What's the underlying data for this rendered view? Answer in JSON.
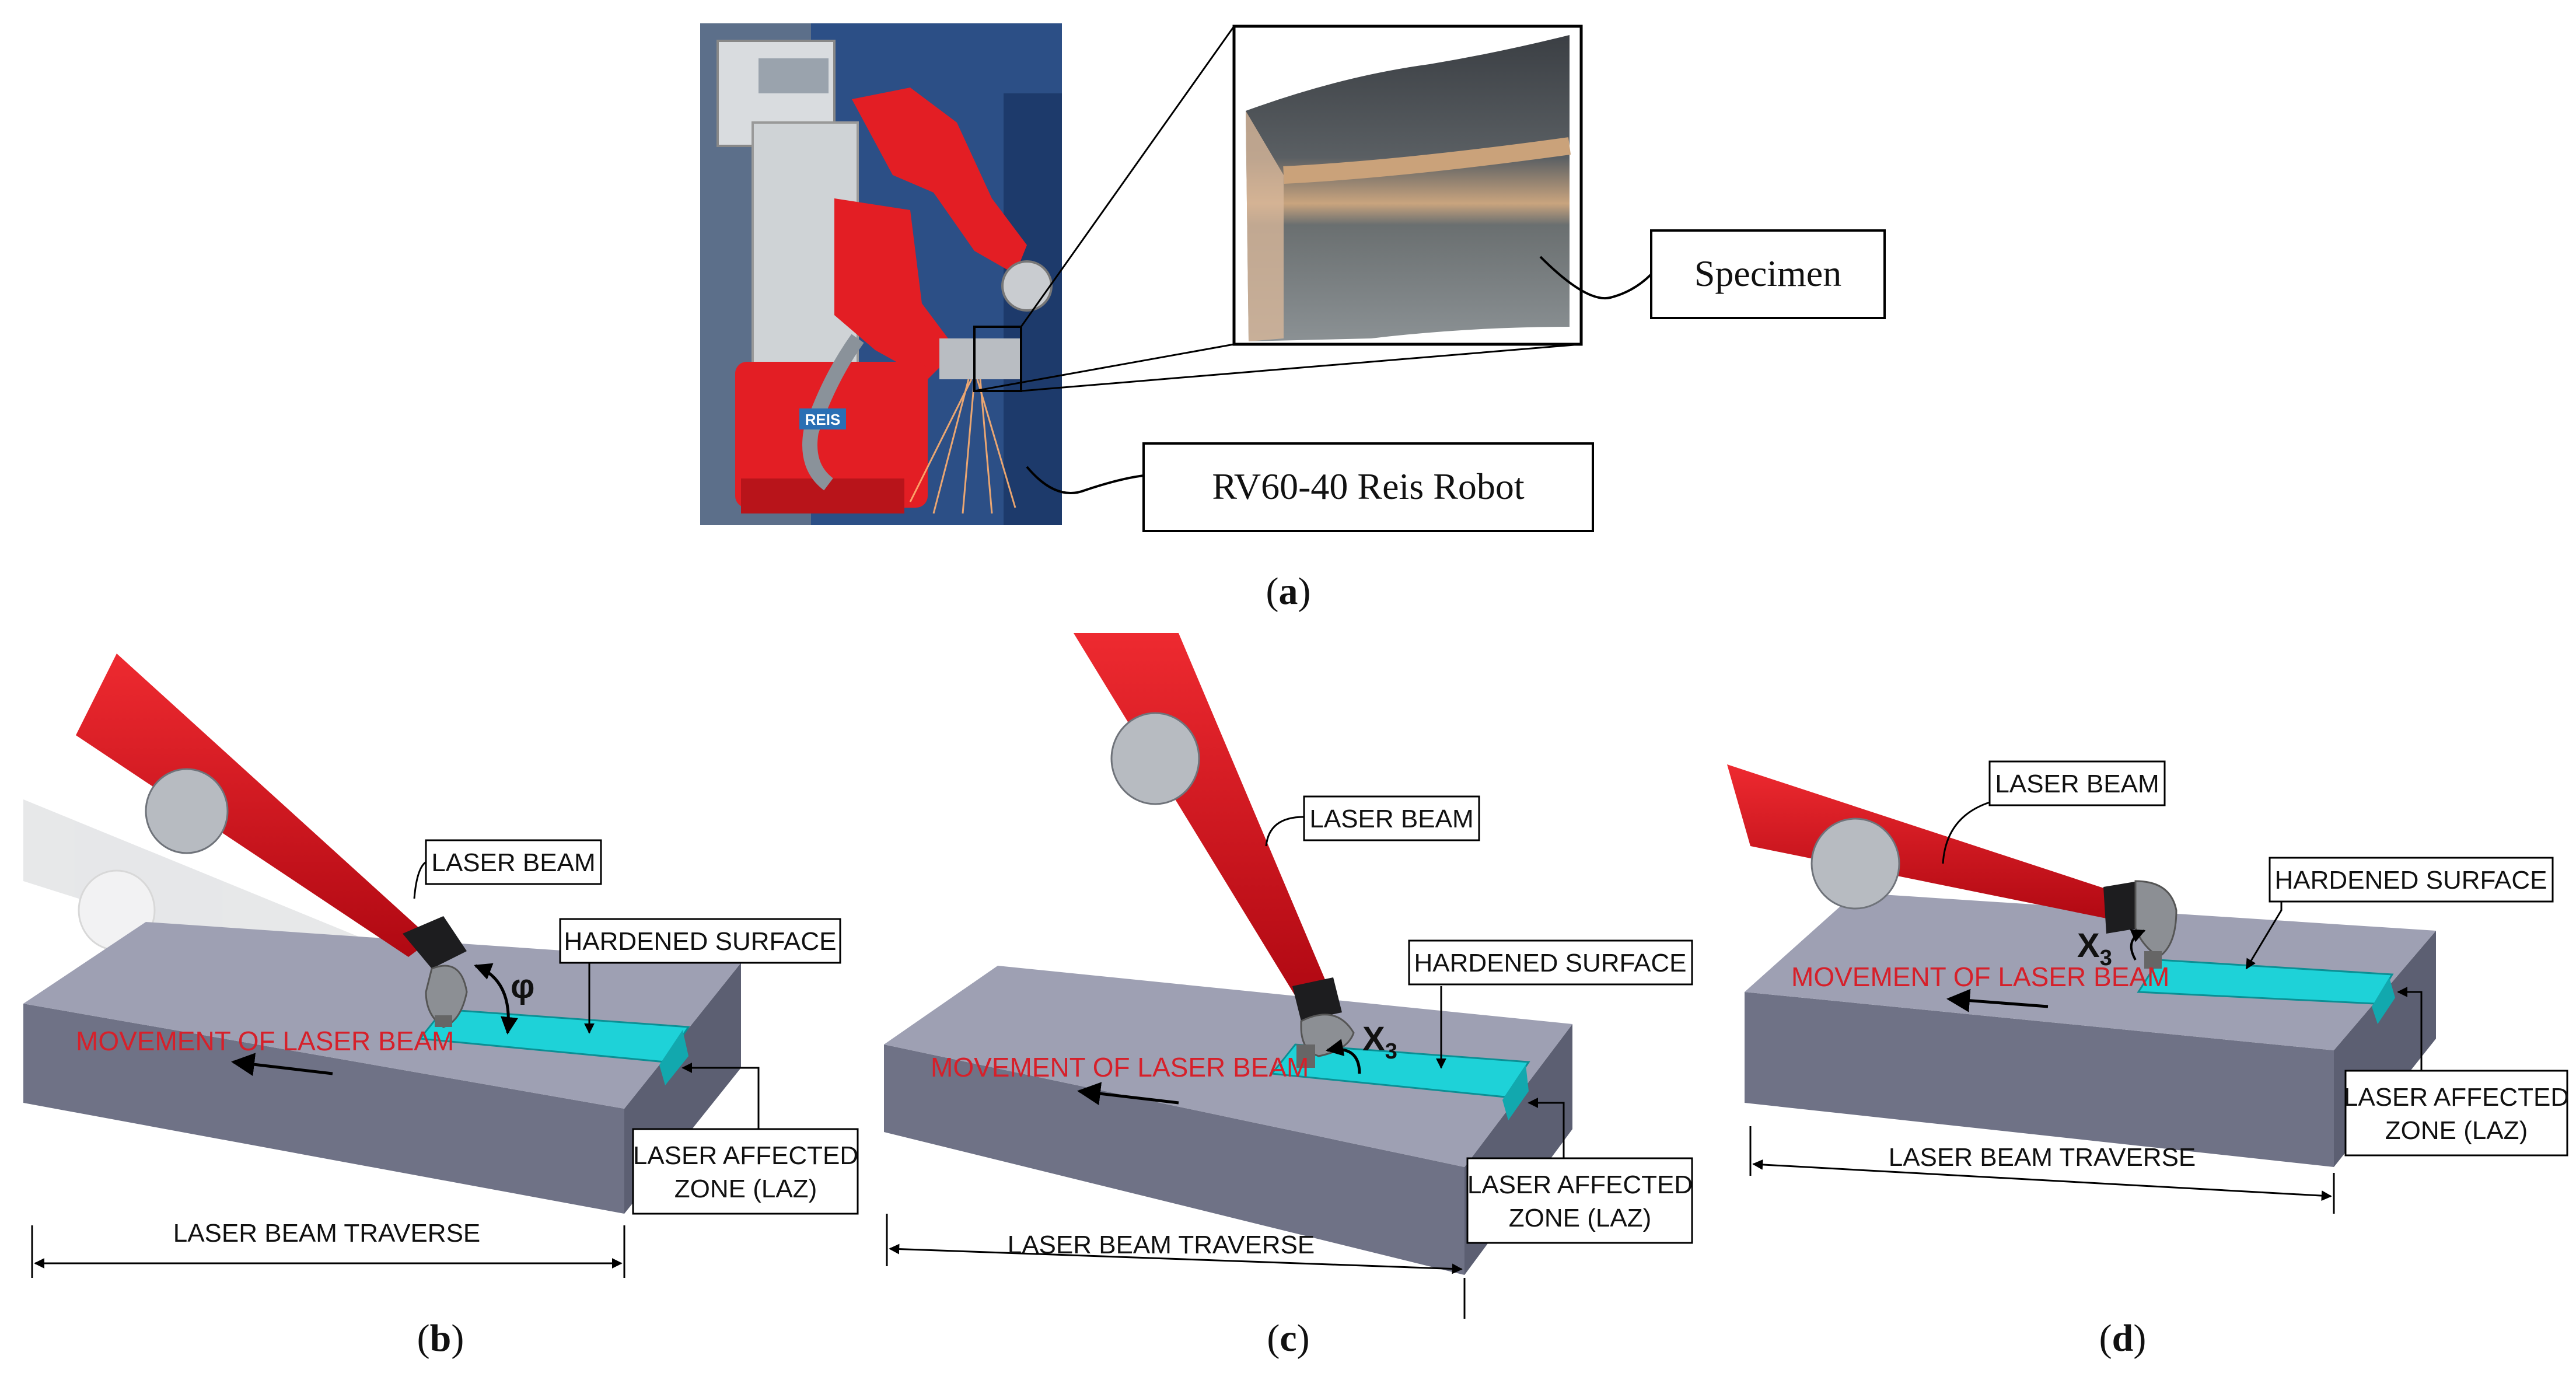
{
  "captions": {
    "a": "a",
    "b": "b",
    "c": "c",
    "d": "d"
  },
  "panel_a": {
    "specimen_label": "Specimen",
    "robot_label": "RV60-40 Reis Robot",
    "robot_badge": "REIS"
  },
  "panel_b": {
    "laser_beam": "LASER BEAM",
    "hardened_surface": "HARDENED SURFACE",
    "movement": "MOVEMENT OF LASER BEAM",
    "laz_line1": "LASER AFFECTED",
    "laz_line2": "ZONE (LAZ)",
    "traverse": "LASER BEAM TRAVERSE",
    "angle_symbol": "φ"
  },
  "panel_c": {
    "laser_beam": "LASER BEAM",
    "hardened_surface": "HARDENED SURFACE",
    "movement": "MOVEMENT OF LASER BEAM",
    "laz_line1": "LASER AFFECTED",
    "laz_line2": "ZONE (LAZ)",
    "traverse": "LASER BEAM TRAVERSE",
    "angle_symbol": "X",
    "angle_subscript": "3"
  },
  "panel_d": {
    "laser_beam": "LASER BEAM",
    "hardened_surface": "HARDENED SURFACE",
    "movement": "MOVEMENT OF LASER BEAM",
    "laz_line1": "LASER AFFECTED",
    "laz_line2": "ZONE (LAZ)",
    "traverse": "LASER BEAM TRAVERSE",
    "angle_symbol": "X",
    "angle_subscript": "3"
  },
  "colors": {
    "block_top": "#9ea0b3",
    "block_front": "#6f7286",
    "block_side": "#5c5f72",
    "hardened": "#1ed2d8",
    "beam": "#d8101c",
    "robot_red": "#e31e24",
    "movement_text": "#d6202a"
  }
}
